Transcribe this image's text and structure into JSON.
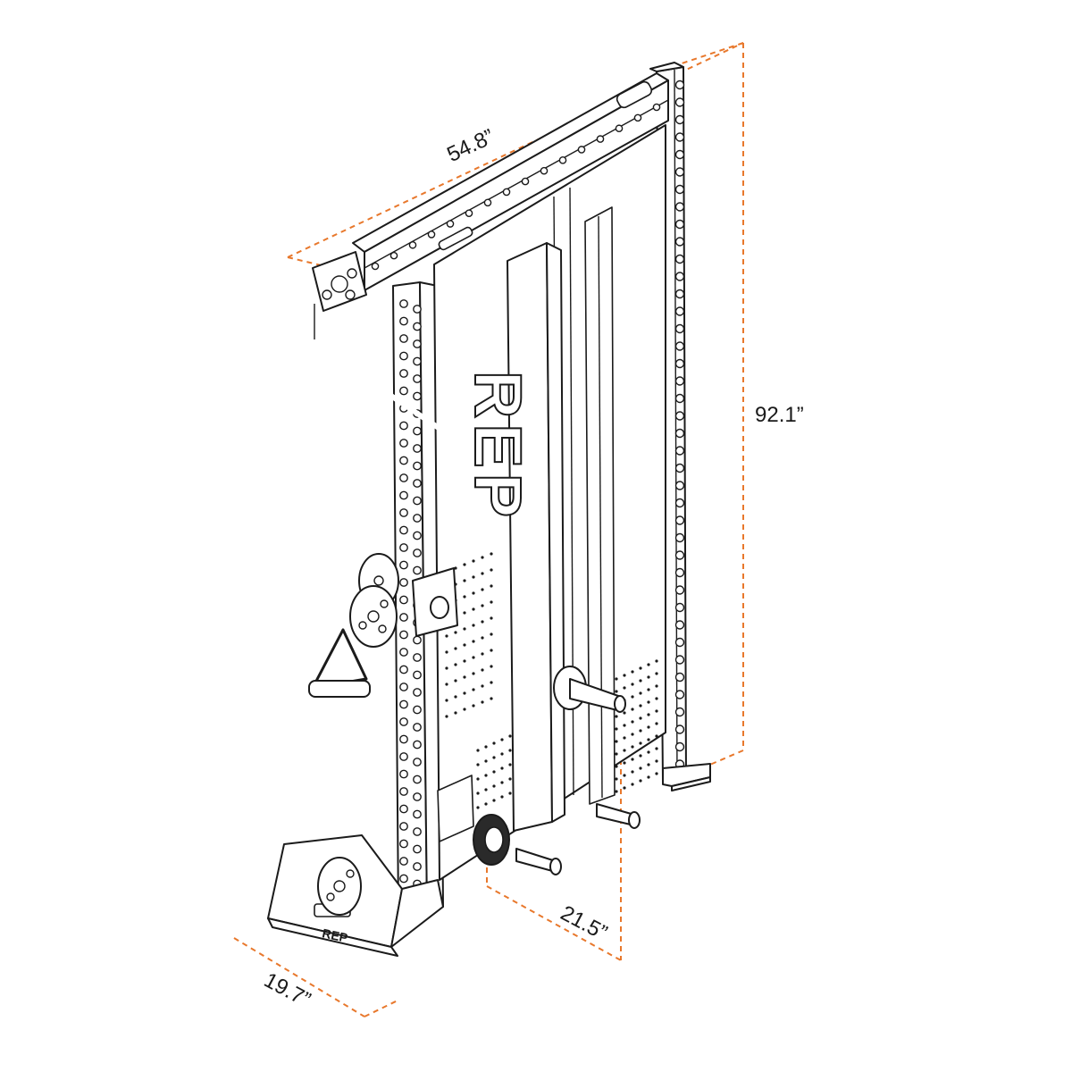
{
  "dimensions": {
    "width": "54.8”",
    "height": "92.1”",
    "depth": "21.5”",
    "footplate": "19.7”"
  },
  "brand": {
    "frame_logo": "REP",
    "footplate_logo": "REP"
  },
  "colors": {
    "dimension_line": "#e8782c",
    "line_art": "#1b1b1b",
    "background": "#ffffff"
  }
}
